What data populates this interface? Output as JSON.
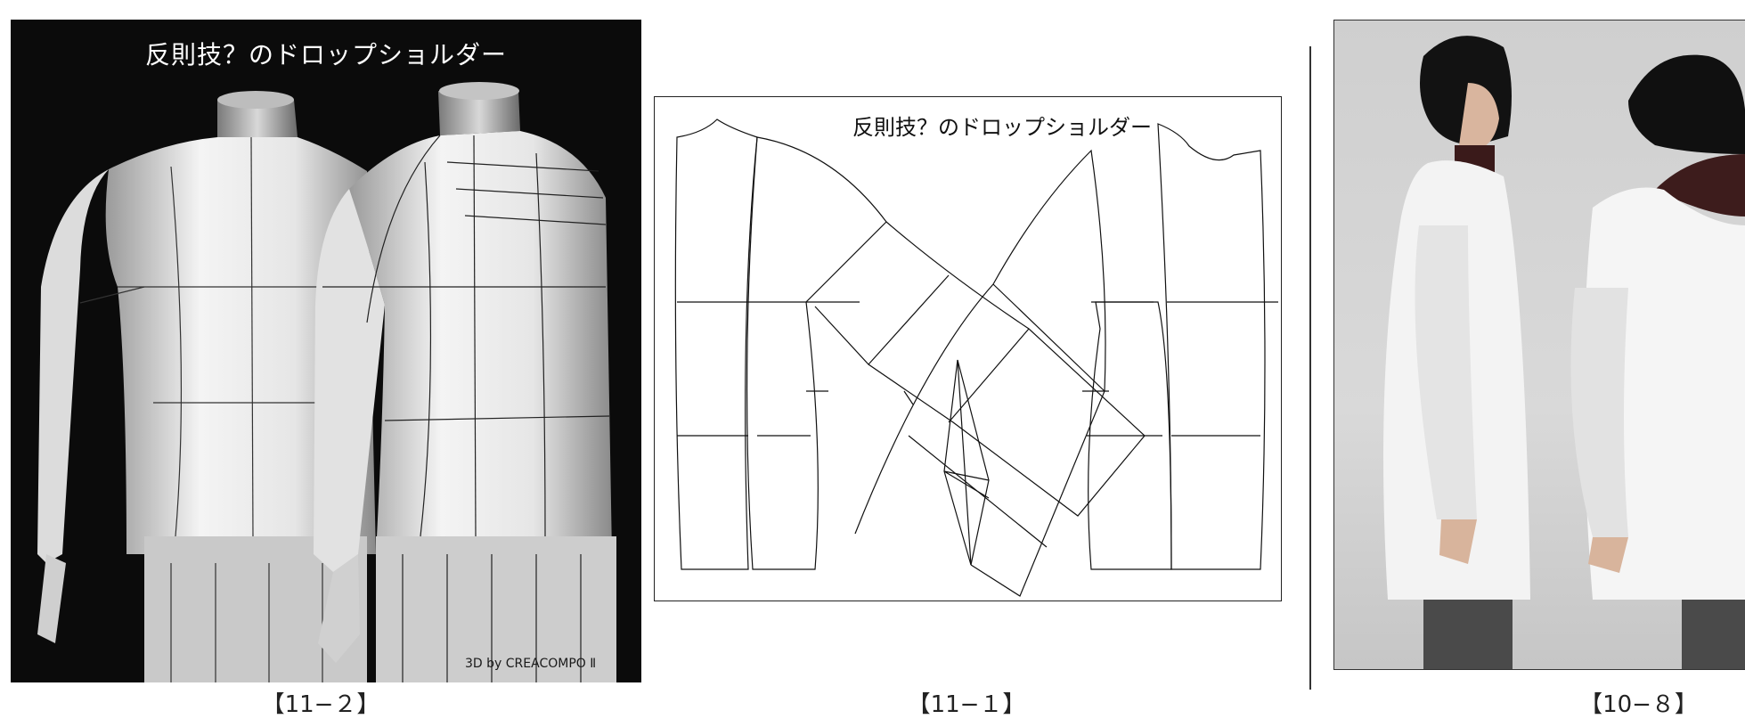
{
  "left_figure": {
    "title": "反則技？のドロップショルダー",
    "credit": "3D by CREACOMPO Ⅱ",
    "caption": "【11−２】"
  },
  "middle_figure": {
    "title": "反則技？のドロップショルダー",
    "caption": "【11−１】"
  },
  "right_figure": {
    "caption": "【10−８】"
  },
  "colors": {
    "left_background": "#0b0b0b",
    "right_background": "#d4d4d4",
    "pattern_line": "#111111"
  }
}
